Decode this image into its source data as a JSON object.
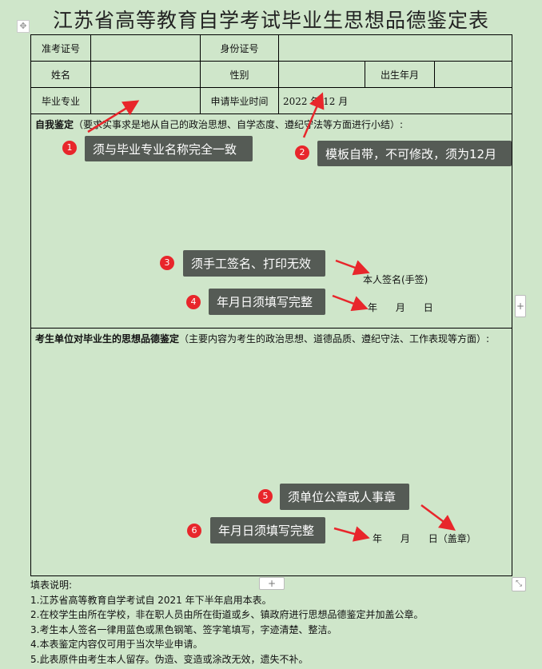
{
  "title": "江苏省高等教育自学考试毕业生思想品德鉴定表",
  "table": {
    "exam_no_label": "准考证号",
    "id_no_label": "身份证号",
    "name_label": "姓名",
    "gender_label": "性别",
    "birth_label": "出生年月",
    "major_label": "毕业专业",
    "grad_time_label": "申请毕业时间",
    "grad_time_value": "2022 年 12 月",
    "self_eval_title": "自我鉴定",
    "self_eval_hint": "（要求实事求是地从自己的政治思想、自学态度、遵纪守法等方面进行小结）:",
    "signature_label": "本人签名(手签)",
    "date_label": "年      月      日",
    "unit_eval_title": "考生单位对毕业生的思想品德鉴定",
    "unit_eval_hint": "（主要内容为考生的政治思想、道德品质、遵纪守法、工作表现等方面）:",
    "unit_date_label": "年      月      日（盖章）"
  },
  "callouts": [
    {
      "num": "1",
      "text": "须与毕业专业名称完全一致"
    },
    {
      "num": "2",
      "text": "模板自带，不可修改，须为12月"
    },
    {
      "num": "3",
      "text": "须手工签名、打印无效"
    },
    {
      "num": "4",
      "text": "年月日须填写完整"
    },
    {
      "num": "5",
      "text": "须单位公章或人事章"
    },
    {
      "num": "6",
      "text": "年月日须填写完整"
    }
  ],
  "notes": {
    "title": "填表说明:",
    "items": [
      "1.江苏省高等教育自学考试自 2021 年下半年启用本表。",
      "2.在校学生由所在学校，非在职人员由所在街道或乡、镇政府进行思想品德鉴定并加盖公章。",
      "3.考生本人签名一律用蓝色或黑色钢笔、签字笔填写，字迹清楚、整洁。",
      "4.本表鉴定内容仅可用于当次毕业申请。",
      "5.此表原件由考生本人留存。伪造、变造或涂改无效，遗失不补。"
    ]
  },
  "icons": {
    "move": "✥",
    "add": "+",
    "resize": "⤡"
  },
  "colors": {
    "background": "#cfe6ca",
    "callout": "#555b55",
    "marker": "#e8262b"
  }
}
